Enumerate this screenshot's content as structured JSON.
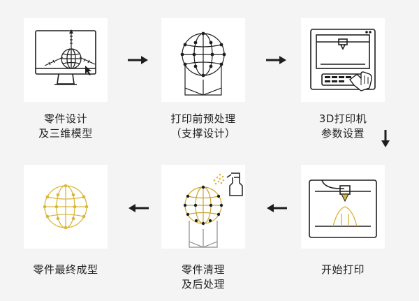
{
  "steps": [
    {
      "line1": "零件设计",
      "line2": "及三维模型"
    },
    {
      "line1": "打印前预处理",
      "line2": "（支撑设计）"
    },
    {
      "line1": "3D打印机",
      "line2": "参数设置"
    },
    {
      "line1": "开始打印",
      "line2": ""
    },
    {
      "line1": "零件清理",
      "line2": "及后处理"
    },
    {
      "line1": "零件最终成型",
      "line2": ""
    }
  ],
  "colors": {
    "background": "#f4f4f4",
    "tile": "#ffffff",
    "line": "#1e1e1e",
    "gold": "#d9b63c",
    "gray": "#8a8a8a"
  },
  "icons": [
    "computer-3d-model-icon",
    "sphere-with-supports-icon",
    "3d-printer-touchscreen-icon",
    "printer-printing-icon",
    "spray-cleaning-icon",
    "finished-sphere-icon"
  ]
}
